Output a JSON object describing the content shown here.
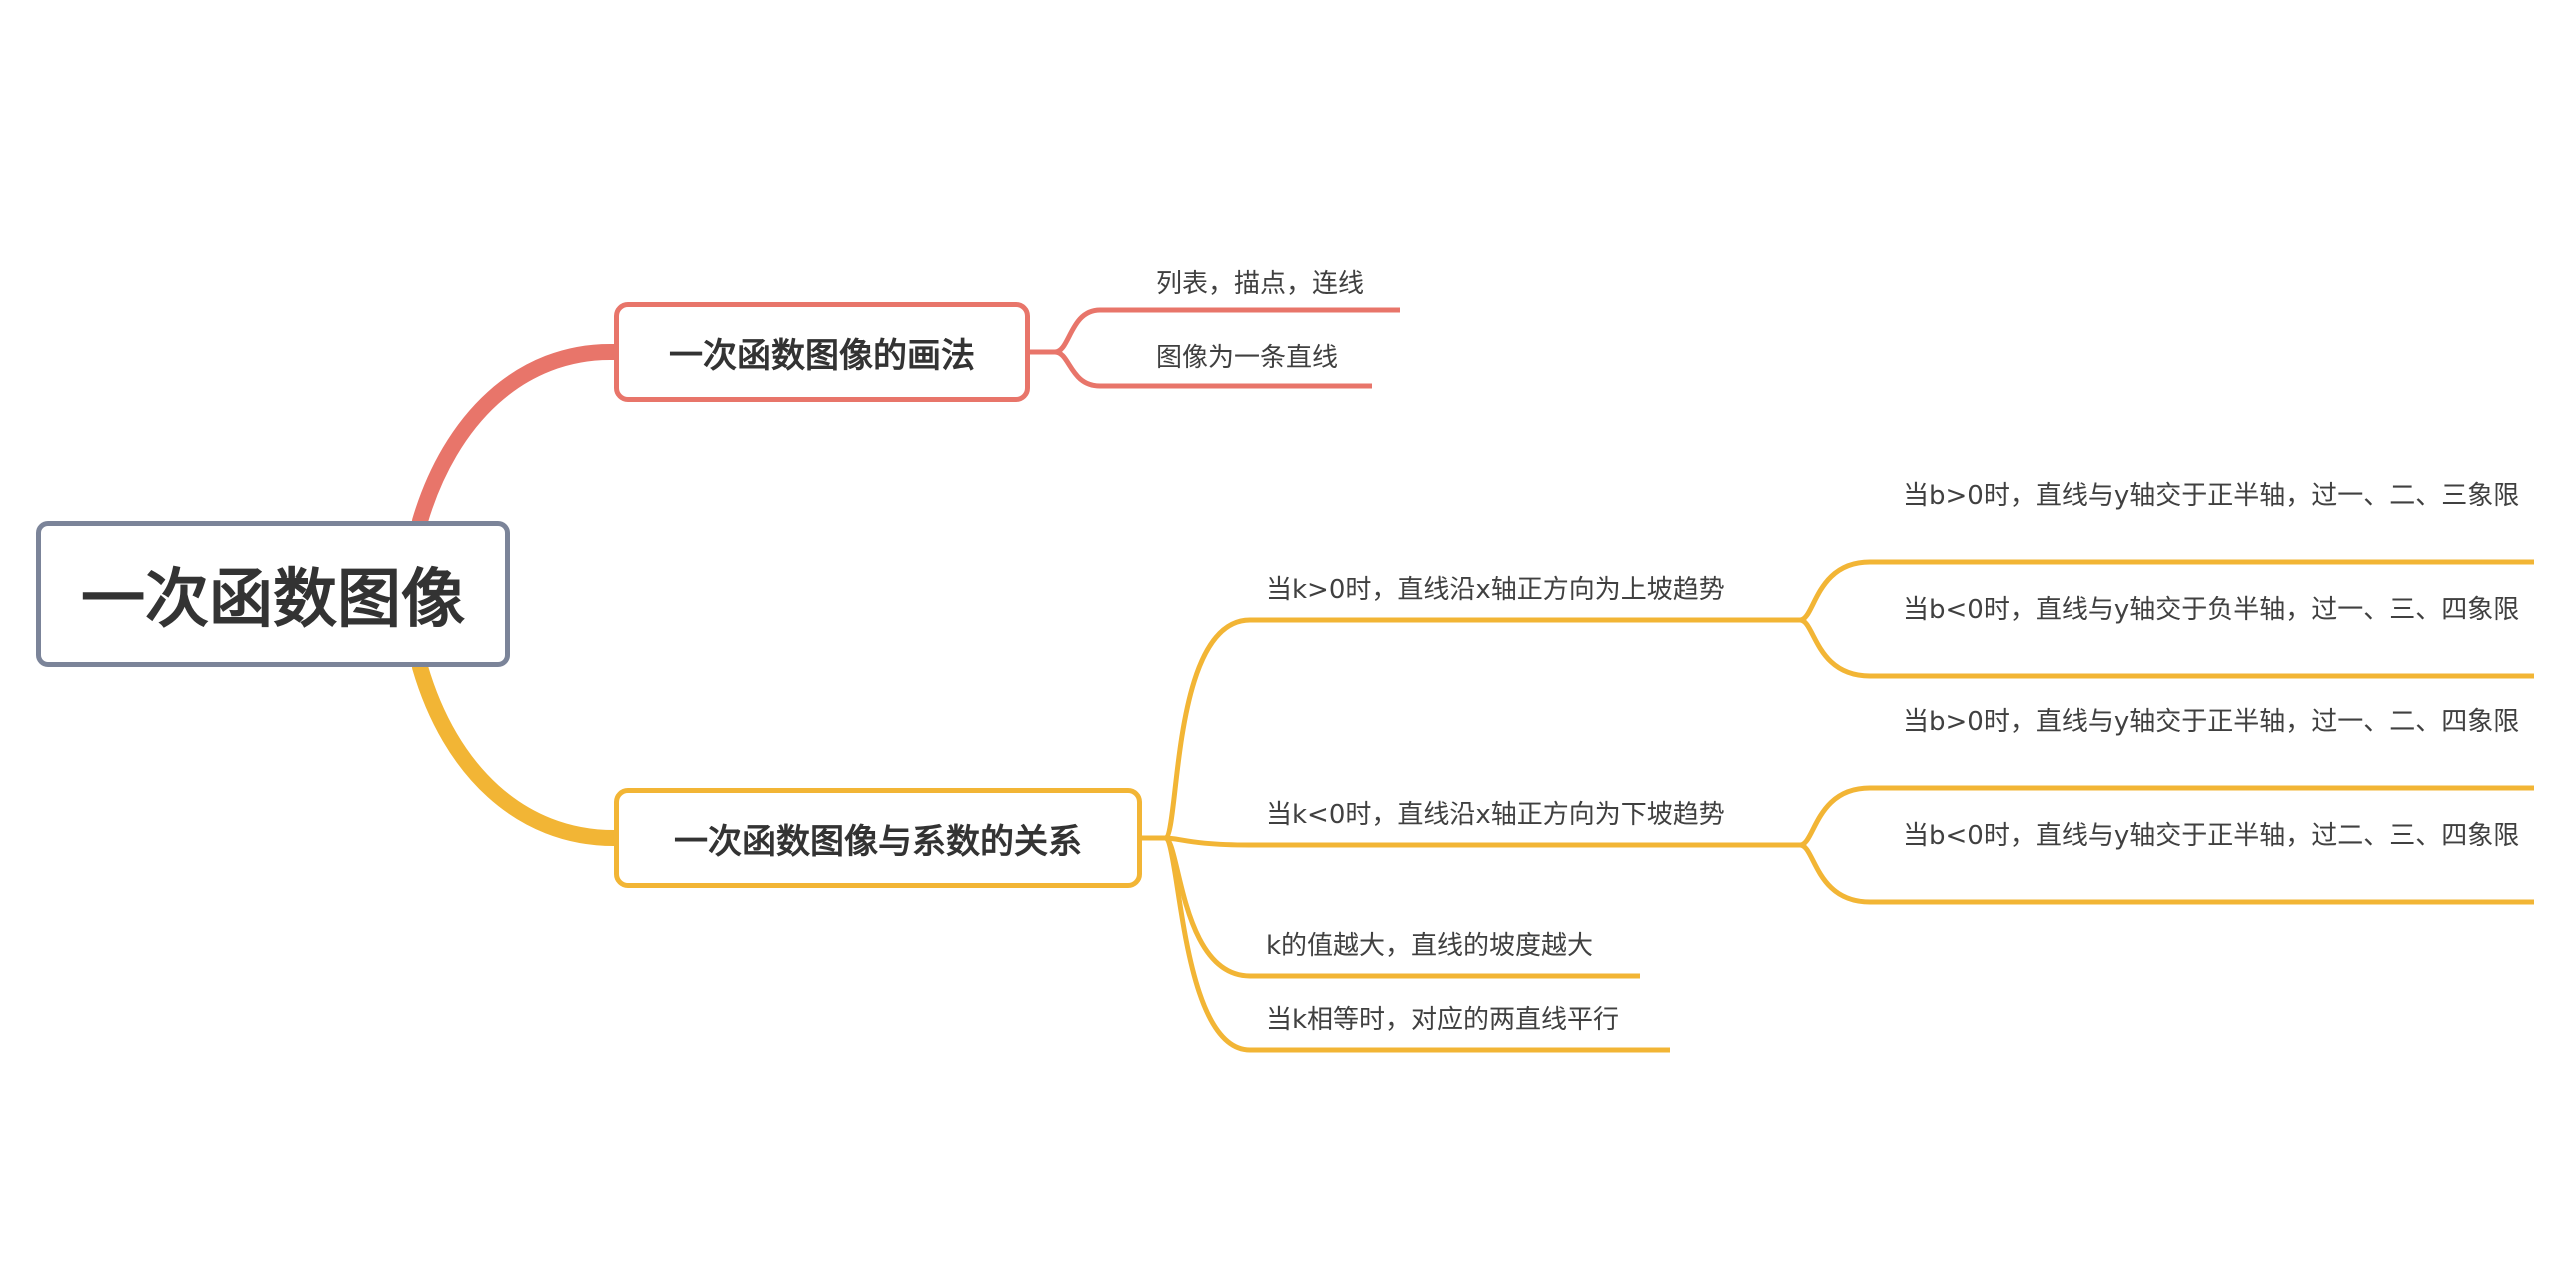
{
  "colors": {
    "root_border": "#7b8499",
    "drawing_branch": "#e8756a",
    "relation_branch": "#f2b535",
    "text": "#333333"
  },
  "root": {
    "label": "一次函数图像"
  },
  "branches": [
    {
      "label": "一次函数图像的画法",
      "children": [
        {
          "label": "列表，描点，连线"
        },
        {
          "label": "图像为一条直线"
        }
      ]
    },
    {
      "label": "一次函数图像与系数的关系",
      "children": [
        {
          "label": "当k>0时，直线沿x轴正方向为上坡趋势",
          "children": [
            {
              "label": "当b>0时，直线与y轴交于正半轴，过一、二、三象限"
            },
            {
              "label": "当b<0时，直线与y轴交于负半轴，过一、三、四象限"
            }
          ]
        },
        {
          "label": "当k<0时，直线沿x轴正方向为下坡趋势",
          "children": [
            {
              "label": "当b>0时，直线与y轴交于正半轴，过一、二、四象限"
            },
            {
              "label": "当b<0时，直线与y轴交于正半轴，过二、三、四象限"
            }
          ]
        },
        {
          "label": "k的值越大，直线的坡度越大"
        },
        {
          "label": "当k相等时，对应的两直线平行"
        }
      ]
    }
  ]
}
